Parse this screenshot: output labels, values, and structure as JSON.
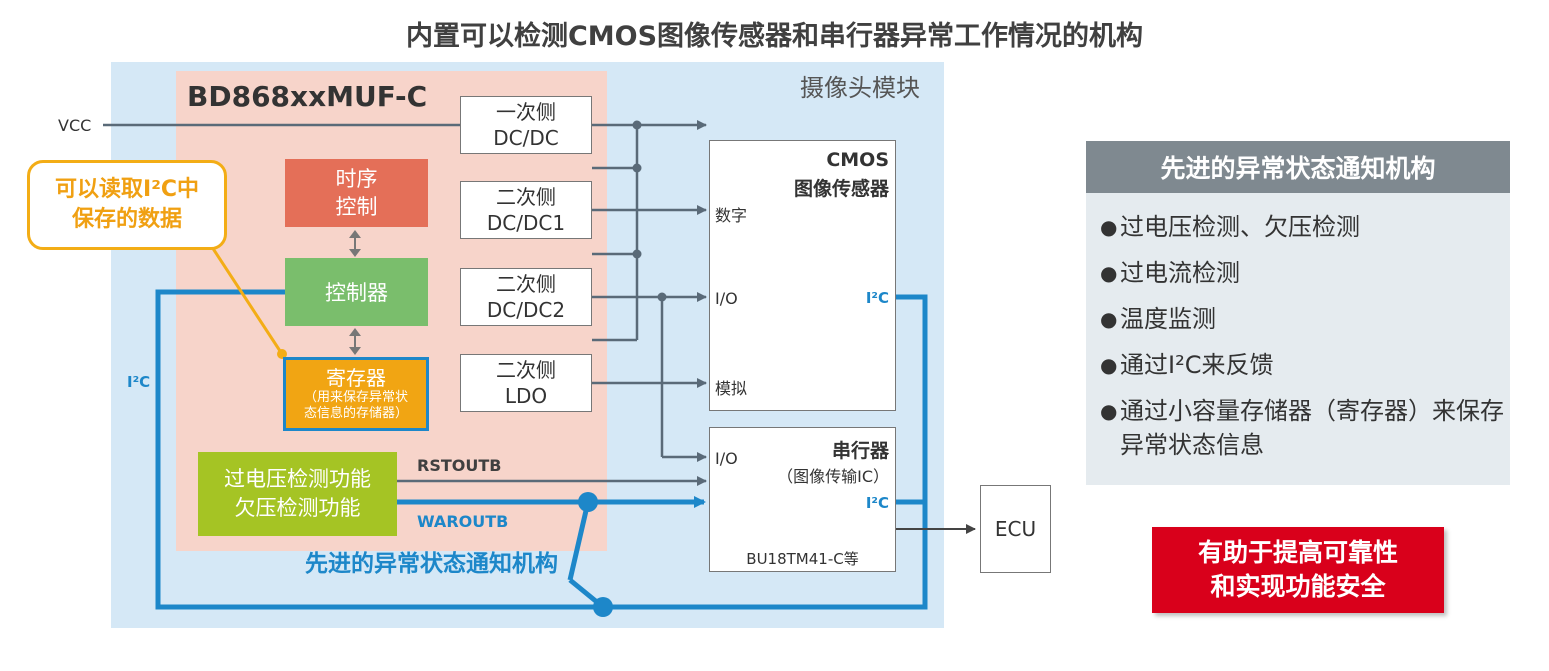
{
  "title": "内置可以检测CMOS图像传感器和串行器异常工作情况的机构",
  "module_label": "摄像头模块",
  "chip_label": "BD868xxMUF-C",
  "vcc_label": "VCC",
  "dcdc_boxes": [
    {
      "line1": "一次侧",
      "line2": "DC/DC"
    },
    {
      "line1": "二次侧",
      "line2": "DC/DC1"
    },
    {
      "line1": "二次侧",
      "line2": "DC/DC2"
    },
    {
      "line1": "二次侧",
      "line2": "LDO"
    }
  ],
  "timing": {
    "line1": "时序",
    "line2": "控制"
  },
  "controller": "控制器",
  "register": {
    "line1": "寄存器",
    "line2": "（用来保存异常状",
    "line3": "态信息的存储器）"
  },
  "callout": {
    "line1": "可以读取I²C中",
    "line2": "保存的数据"
  },
  "detector": {
    "line1": "过电压检测功能",
    "line2": "欠压检测功能"
  },
  "cmos": {
    "title1": "CMOS",
    "title2": "图像传感器",
    "pin_digital": "数字",
    "pin_io": "I/O",
    "pin_analog": "模拟",
    "pin_i2c": "I²C"
  },
  "serializer": {
    "title1": "串行器",
    "title2": "（图像传输IC）",
    "pin_io": "I/O",
    "pin_i2c": "I²C",
    "part": "BU18TM41-C等"
  },
  "ecu": "ECU",
  "signals": {
    "rstoutb": "RSTOUTB",
    "waroutb": "WAROUTB",
    "i2c_left": "I²C"
  },
  "advanced_label": "先进的异常状态通知机构",
  "panel": {
    "heading": "先进的异常状态通知机构",
    "bullet": "●",
    "items": [
      "过电压检测、欠压检测",
      "过电流检测",
      "温度监测",
      "通过I²C来反馈",
      "通过小容量存储器（寄存器）来保存异常状态信息"
    ]
  },
  "badge": {
    "line1": "有助于提高可靠性",
    "line2": "和实现功能安全"
  },
  "colors": {
    "module_bg": "#d5e8f6",
    "chip_bg": "#f7d4ca",
    "timing": "#e46f58",
    "controller": "#7abe6c",
    "register": "#f1a513",
    "detector": "#a5c424",
    "i2c_blue": "#1d87c9",
    "callout": "#f3ad16",
    "panel_head": "#7f8990",
    "panel_bg": "#e5ebef",
    "badge": "#d9001b"
  }
}
